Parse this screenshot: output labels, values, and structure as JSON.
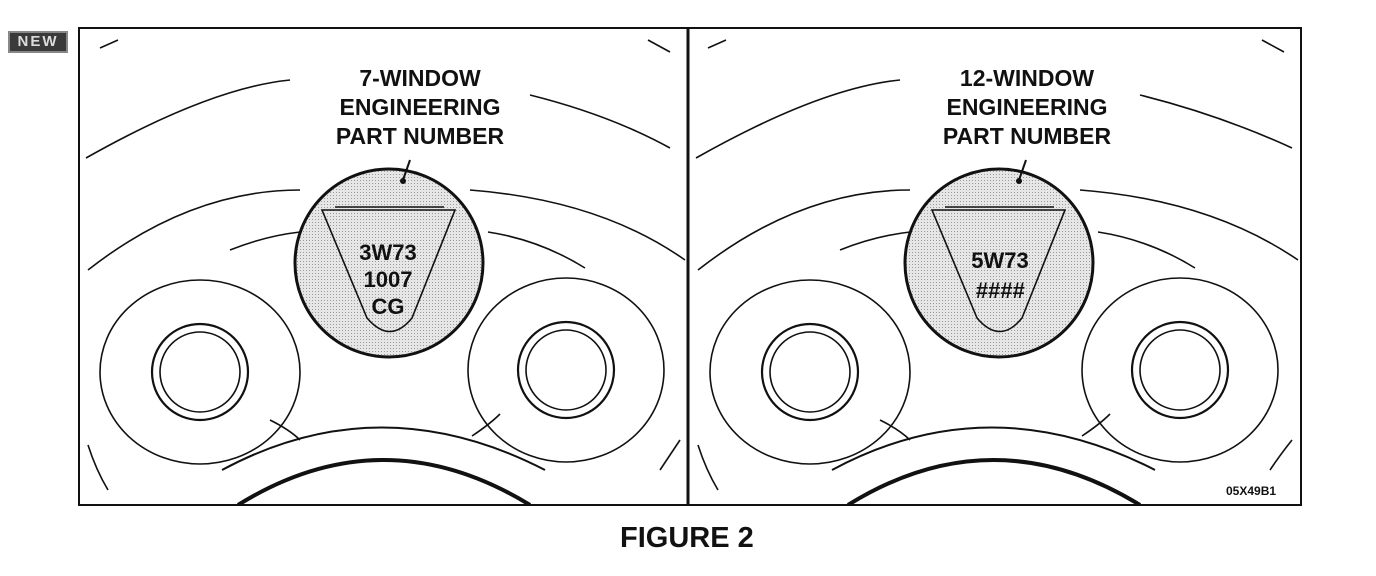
{
  "badge": {
    "text": "NEW"
  },
  "panels": {
    "left": {
      "callout": [
        "7-WINDOW",
        "ENGINEERING",
        "PART NUMBER"
      ],
      "marking": [
        "3W73",
        "1007",
        "CG"
      ]
    },
    "right": {
      "callout": [
        "12-WINDOW",
        "ENGINEERING",
        "PART NUMBER"
      ],
      "marking": [
        "5W73",
        "####"
      ]
    }
  },
  "reference_code": "05X49B1",
  "caption": "FIGURE 2",
  "colors": {
    "ink": "#111111",
    "shade": "#d7d7d7",
    "paper": "#ffffff"
  }
}
